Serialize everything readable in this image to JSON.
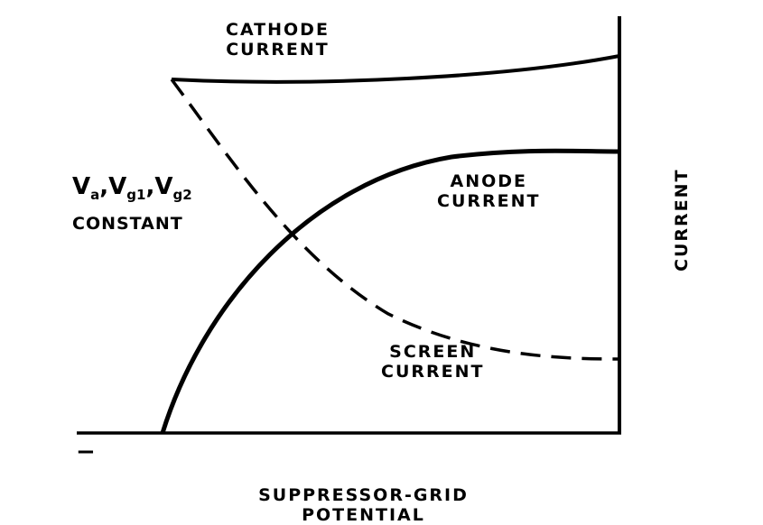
{
  "labels": {
    "cathode": [
      "CATHODE",
      "CURRENT"
    ],
    "anode": [
      "ANODE",
      "CURRENT"
    ],
    "screen": [
      "SCREEN",
      "CURRENT"
    ],
    "constants": {
      "v": "V",
      "a": "a",
      "g1": "g1",
      "g2": "g2",
      "sep": ",",
      "constant": "CONSTANT"
    },
    "y_axis": "CURRENT",
    "x_axis": "SUPPRESSOR-GRID POTENTIAL",
    "minus": "−"
  },
  "colors": {
    "ink": "#000000",
    "background": "#ffffff"
  }
}
